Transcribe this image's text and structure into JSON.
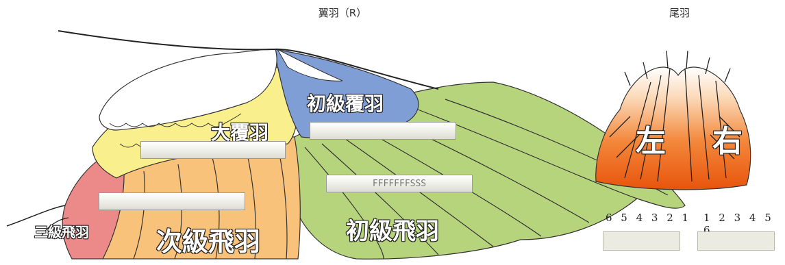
{
  "wing": {
    "title": "翼羽（R）",
    "labels": {
      "primary_coverts": "初級覆羽",
      "greater_coverts": "大覆羽",
      "primaries": "初級飛羽",
      "secondaries": "次級飛羽",
      "tertials": "三級飛羽"
    },
    "fields": {
      "primary_coverts_value": "",
      "greater_coverts_value": "",
      "primaries_value": "FFFFFFFSSS",
      "tertials_value": ""
    }
  },
  "tail": {
    "title": "尾羽",
    "left_label": "左",
    "right_label": "右",
    "left_numbers": "6 5 4 3 2 1",
    "right_numbers": "1 2 3 4 5 6",
    "left_value": "",
    "right_value": ""
  },
  "colors": {
    "primaries": "#b5d47c",
    "primary_coverts": "#7f9ed6",
    "greater_coverts": "#f9ef8c",
    "secondaries": "#f9c27a",
    "tertials": "#ec8a8a",
    "tail_gradient_bottom": "#e8540c"
  }
}
